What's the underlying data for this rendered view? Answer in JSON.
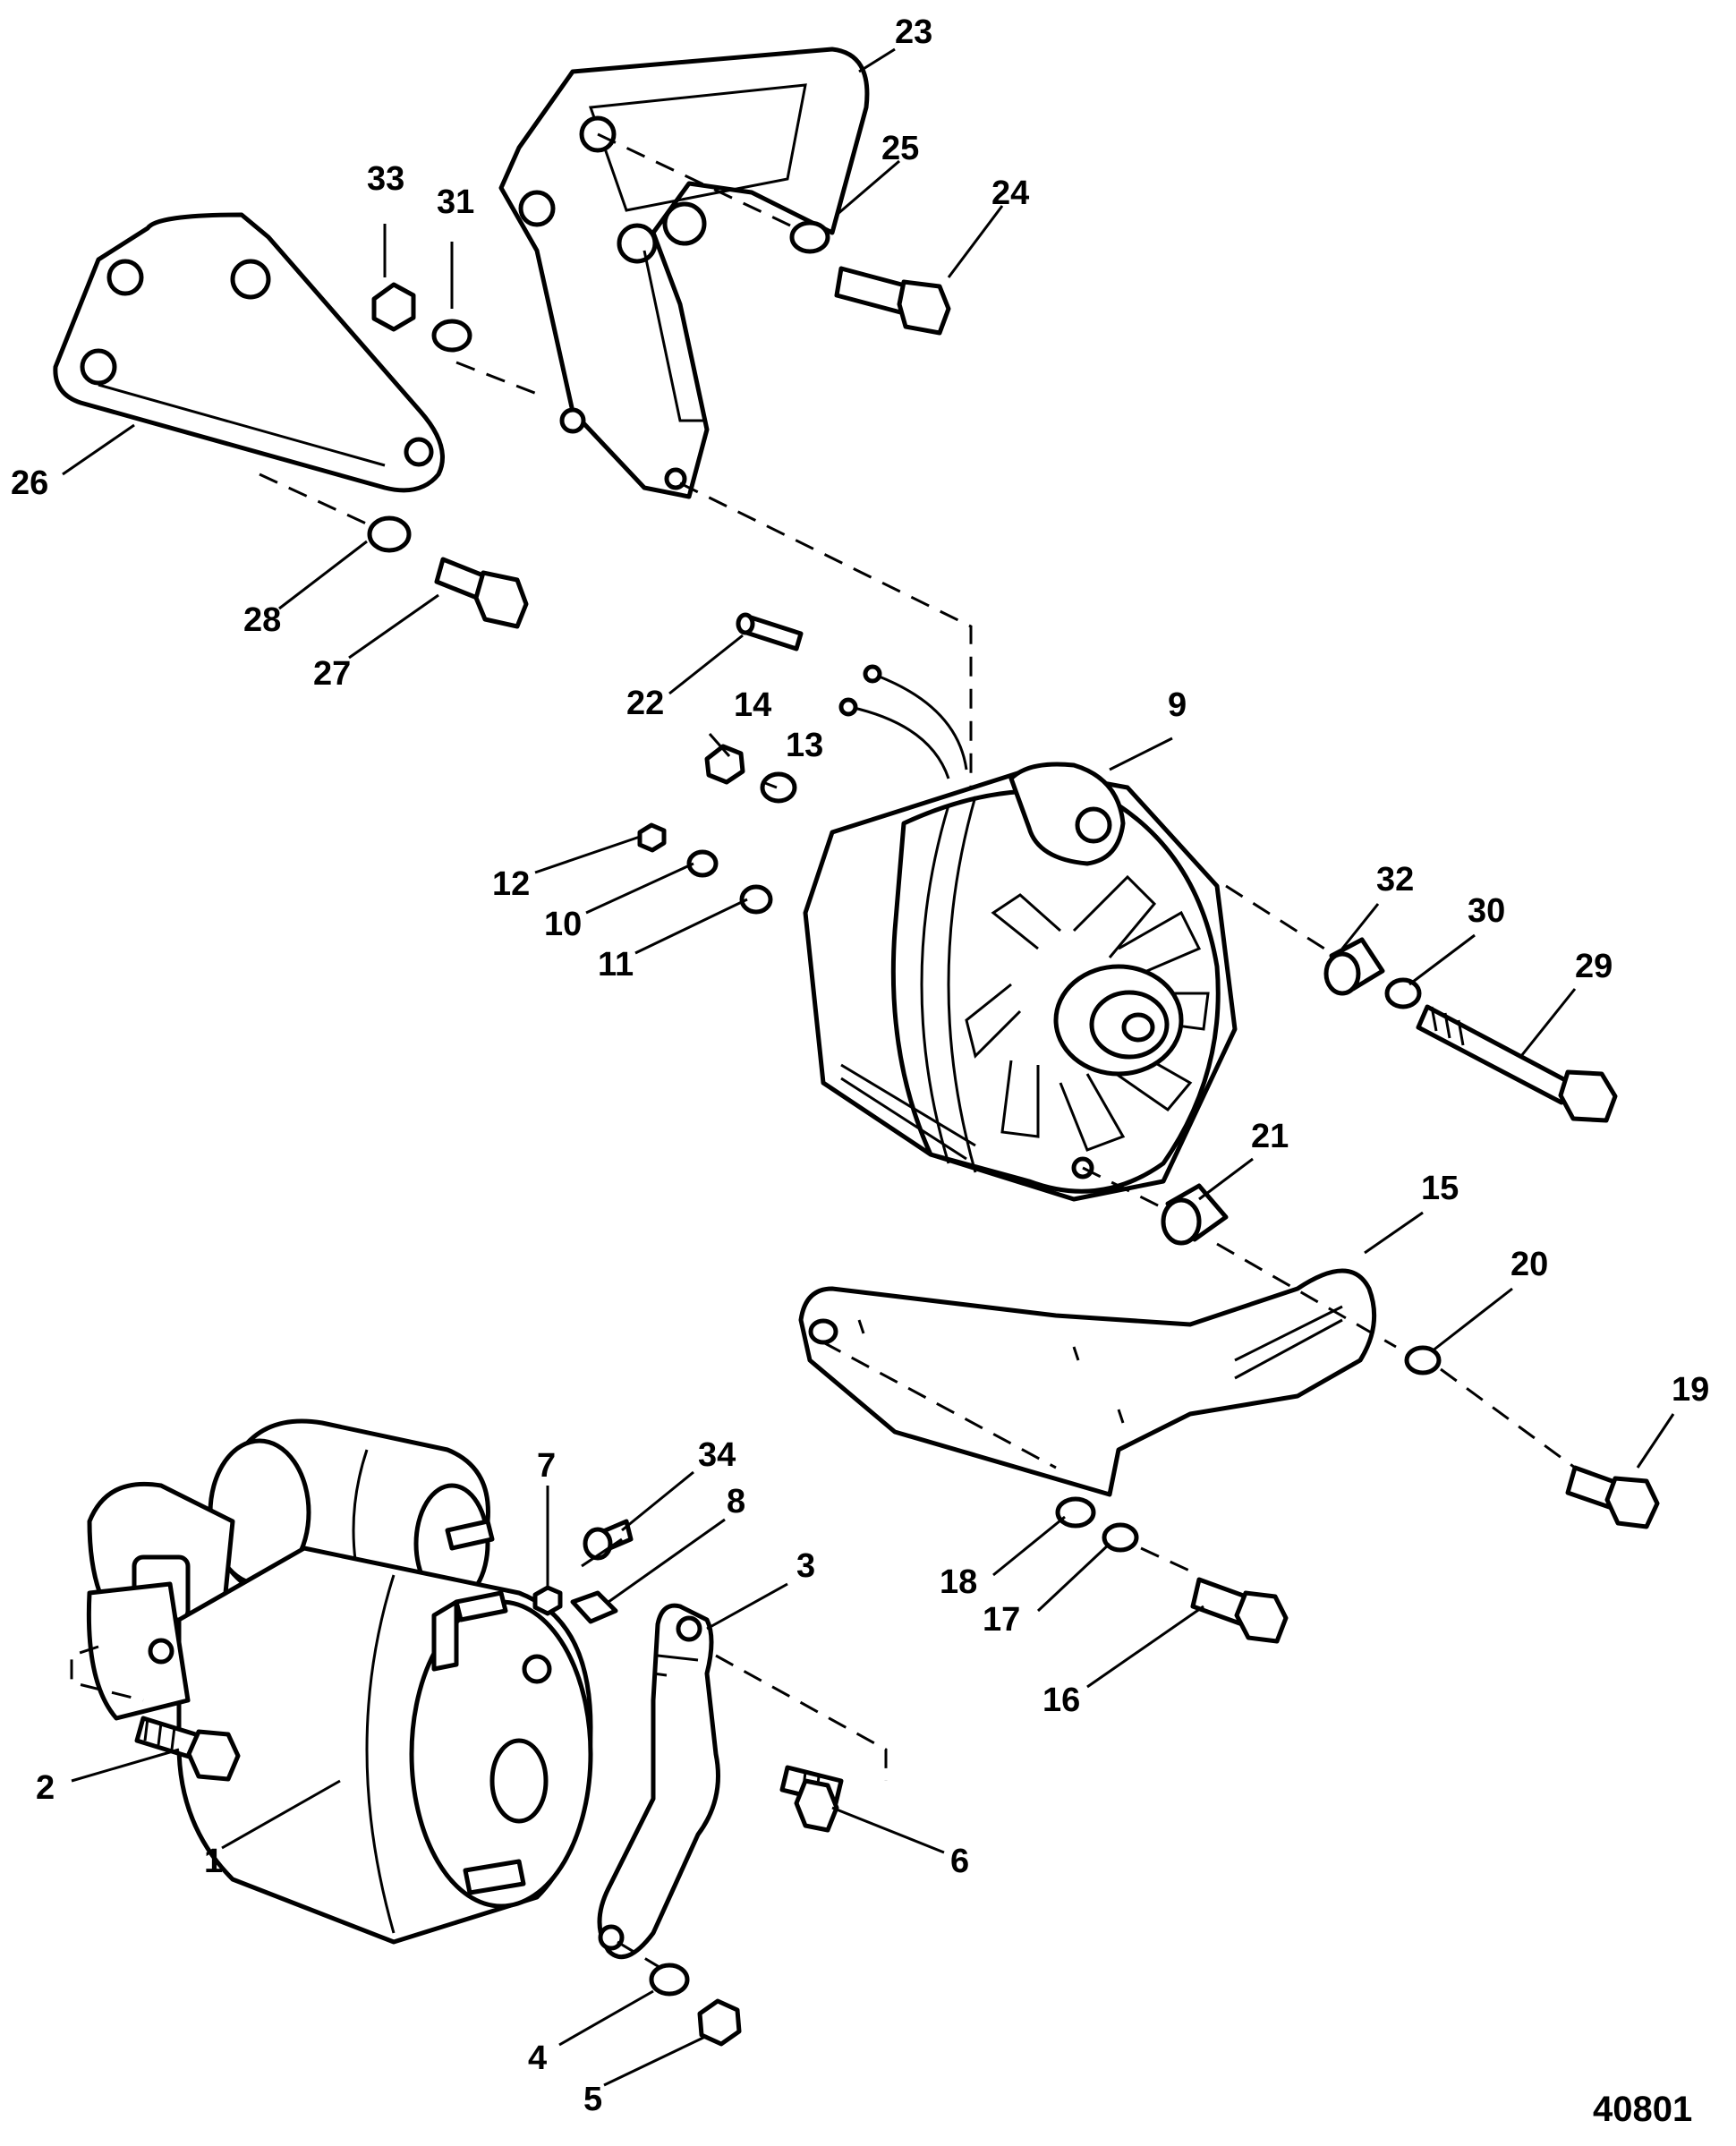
{
  "figure": {
    "id": "40801"
  },
  "callouts": {
    "c1": "1",
    "c2": "2",
    "c3": "3",
    "c4": "4",
    "c5": "5",
    "c6": "6",
    "c7": "7",
    "c8": "8",
    "c9": "9",
    "c10": "10",
    "c11": "11",
    "c12": "12",
    "c13": "13",
    "c14": "14",
    "c15": "15",
    "c16": "16",
    "c17": "17",
    "c18": "18",
    "c19": "19",
    "c20": "20",
    "c21": "21",
    "c22": "22",
    "c23": "23",
    "c24": "24",
    "c25": "25",
    "c26": "26",
    "c27": "27",
    "c28": "28",
    "c29": "29",
    "c30": "30",
    "c31": "31",
    "c32": "32",
    "c33": "33",
    "c34": "34"
  }
}
